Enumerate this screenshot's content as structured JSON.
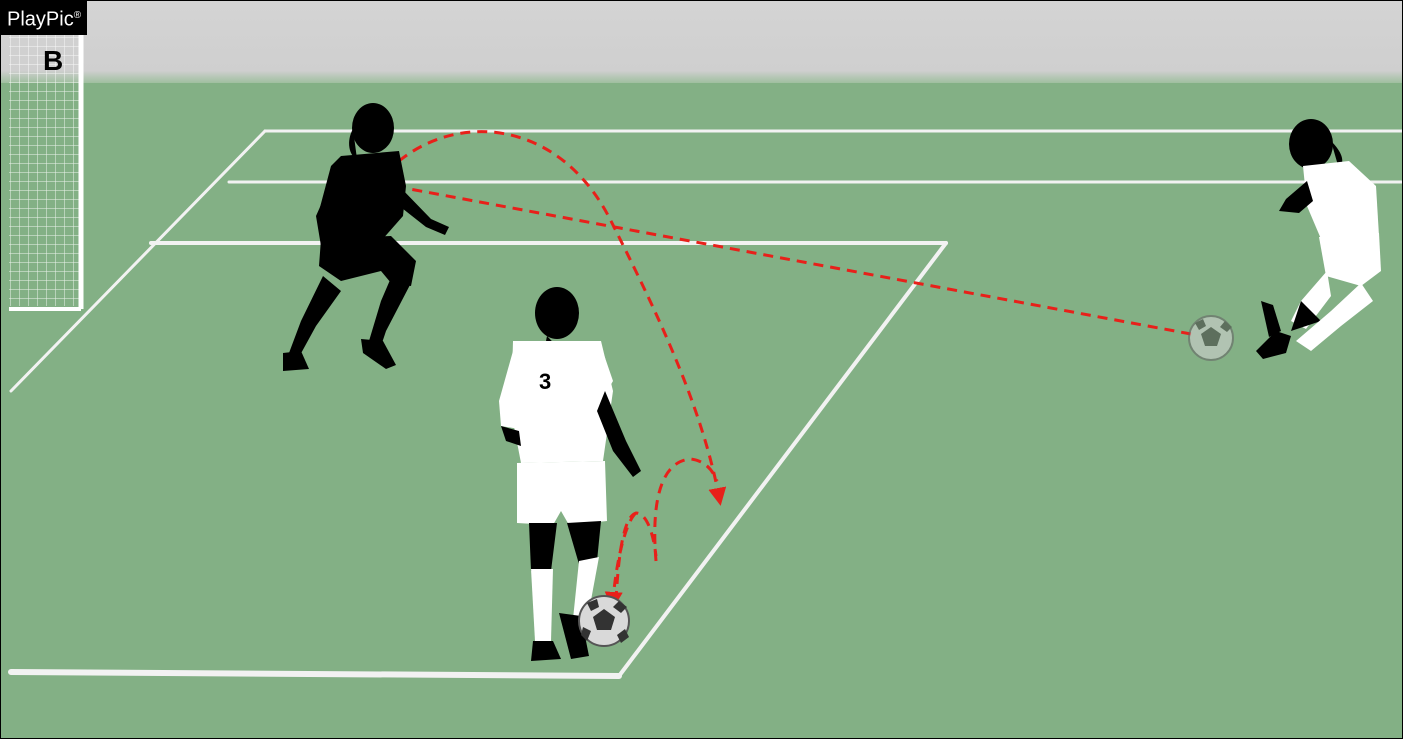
{
  "brand": {
    "name": "PlayPic",
    "mark": "®"
  },
  "diagram_label": "B",
  "player_number": "3",
  "colors": {
    "grass": "#83b085",
    "sky": "#d4d4d4",
    "lines": "#f4f4f4",
    "trajectory": "#e8201a",
    "dark_kit": "#000000",
    "light_kit": "#ffffff"
  },
  "icons": [
    "goal-net-icon",
    "soccer-ball-icon",
    "player-silhouette-icon"
  ]
}
